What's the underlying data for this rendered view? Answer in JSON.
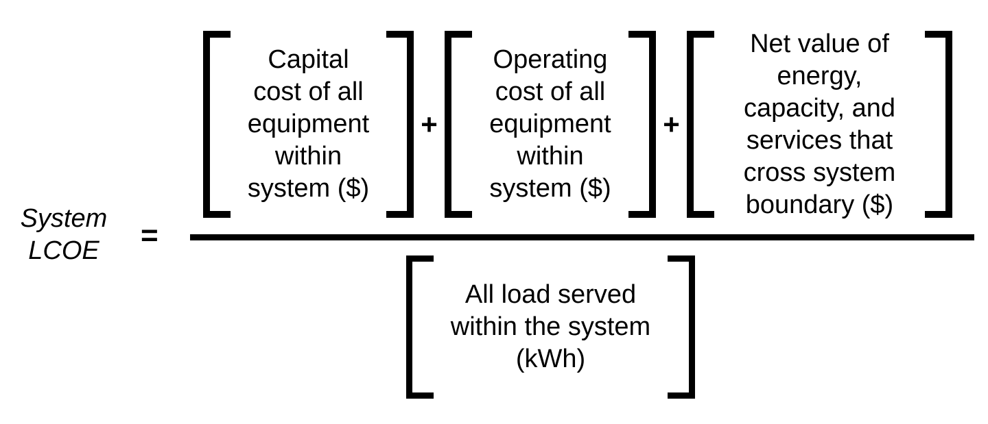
{
  "formula": {
    "lhs_lines": [
      "System",
      "LCOE"
    ],
    "equals_sign": "=",
    "numerator": {
      "operator": "+",
      "terms": [
        {
          "lines": [
            "Capital",
            "cost of all",
            "equipment",
            "within",
            "system ($)"
          ]
        },
        {
          "lines": [
            "Operating",
            "cost of all",
            "equipment",
            "within",
            "system ($)"
          ]
        },
        {
          "lines": [
            "Net value of",
            "energy,",
            "capacity, and",
            "services that",
            "cross system",
            "boundary ($)"
          ]
        }
      ]
    },
    "denominator": {
      "lines": [
        "All load served",
        "within the system",
        "(kWh)"
      ]
    }
  },
  "colors": {
    "ink": "#000000",
    "background": "#ffffff"
  }
}
